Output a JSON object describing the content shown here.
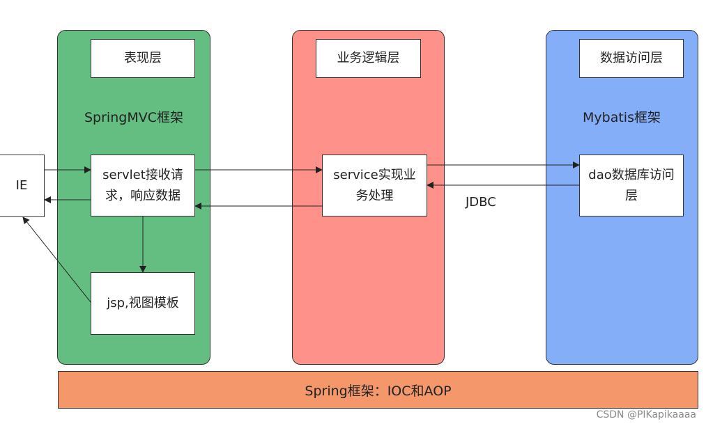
{
  "colors": {
    "presentation": "#64be82",
    "business": "#fe918a",
    "data_access": "#84aef8",
    "spring_bar": "#f4976a",
    "border": "#333333",
    "watermark": "#8a8a8a"
  },
  "columns": {
    "presentation": {
      "title": "表现层",
      "framework": "SpringMVC框架"
    },
    "business": {
      "title": "业务逻辑层"
    },
    "data_access": {
      "title": "数据访问层",
      "framework": "Mybatis框架"
    }
  },
  "nodes": {
    "ie": "IE",
    "servlet_line1": "servlet接收请",
    "servlet_line2": "求，响应数据",
    "jsp": "jsp,视图模板",
    "service_line1": "service实现业",
    "service_line2": "务处理",
    "dao_line1": "dao数据库访问",
    "dao_line2": "层"
  },
  "edge_labels": {
    "jdbc": "JDBC"
  },
  "spring_bar": "Spring框架：IOC和AOP",
  "watermark": "CSDN @PIKapikaaaa"
}
